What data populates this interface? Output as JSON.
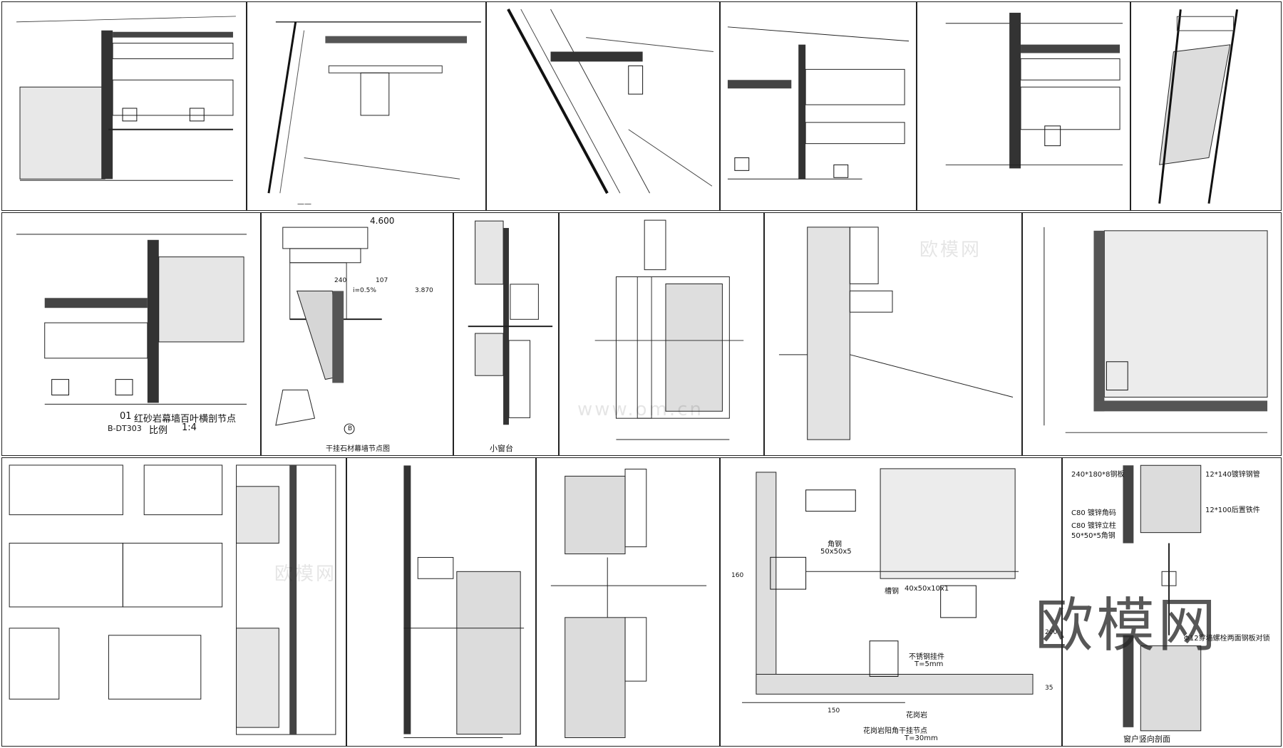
{
  "watermark": {
    "brand": "欧模网",
    "site": "www.om.cn"
  },
  "panels": {
    "p7": {
      "title": "红砂岩幕墙百叶横剖节点",
      "number": "01",
      "drawing": "B-DT303",
      "scale_label": "比例",
      "scale": "1:4"
    },
    "p8": {
      "title": "干挂石材幕墙节点图",
      "elevation": "4.600",
      "grid": "B",
      "dim1": "240",
      "dim2": "107",
      "dim3": "3.870",
      "slope": "i=0.5%"
    },
    "p9": {
      "title": "小窗台"
    },
    "p15": {
      "title": "花岗岩阳角干挂节点",
      "subtitle": "T=30mm",
      "label_stone": "花岗岩",
      "label_steel": "角钢",
      "label_steel_spec": "50x50x5",
      "label_angle": "槽钢",
      "label_angle_spec": "40x50x10x1",
      "label_stainless": "不锈钢挂件",
      "label_stainless_spec": "T=5mm",
      "dim_a": "150",
      "dim_b": "200",
      "dim_c": "35",
      "dim_d": "160"
    },
    "p16": {
      "title": "窗户竖向剖面",
      "label1": "240*180*8钢板",
      "label2": "C80 镀锌角码",
      "label3": "C80 镀锌立柱",
      "label4": "50*50*5角钢",
      "label5": "Φ12穿墙螺栓两面钢板对锁",
      "label6": "12*140镀锌钢管",
      "label7": "12*100后置铁件"
    }
  }
}
